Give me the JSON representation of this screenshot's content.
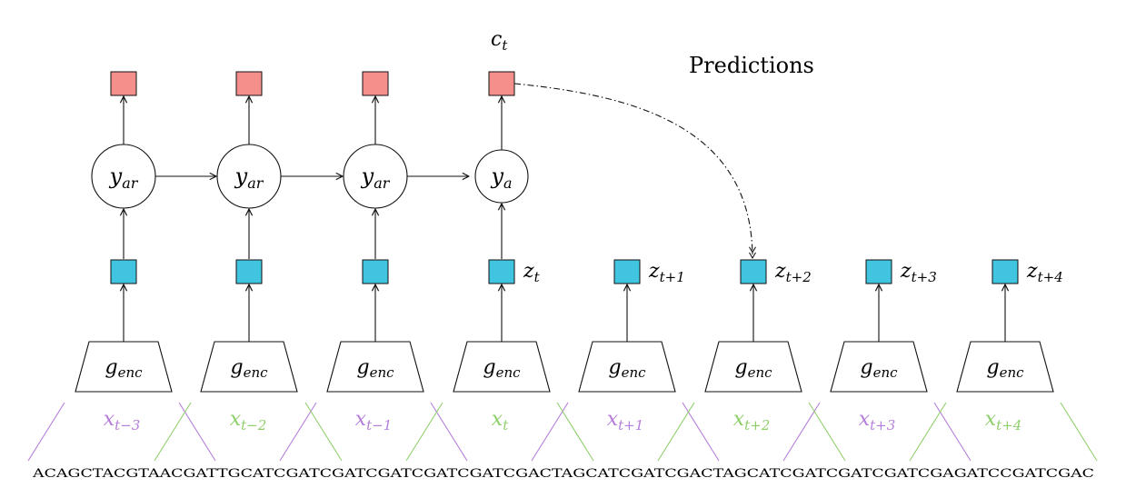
{
  "colors": {
    "line": "#111111",
    "prediction_fill": "#f48f8b",
    "encoding_fill": "#40c4df",
    "purple": "#b57edc",
    "green": "#8fcf6a"
  },
  "header": {
    "context_label": "c",
    "context_sub": "t",
    "predictions_label": "Predictions"
  },
  "ar_nodes": [
    {
      "main": "y",
      "sub": "ar"
    },
    {
      "main": "y",
      "sub": "ar"
    },
    {
      "main": "y",
      "sub": "ar"
    },
    {
      "main": "y",
      "sub": "a"
    }
  ],
  "encoders": [
    {
      "main": "g",
      "sub": "enc"
    },
    {
      "main": "g",
      "sub": "enc"
    },
    {
      "main": "g",
      "sub": "enc"
    },
    {
      "main": "g",
      "sub": "enc"
    },
    {
      "main": "g",
      "sub": "enc"
    },
    {
      "main": "g",
      "sub": "enc"
    },
    {
      "main": "g",
      "sub": "enc"
    },
    {
      "main": "g",
      "sub": "enc"
    }
  ],
  "z_labels": [
    {
      "main": "z",
      "sub": "t"
    },
    {
      "main": "z",
      "sub": "t+1"
    },
    {
      "main": "z",
      "sub": "t+2"
    },
    {
      "main": "z",
      "sub": "t+3"
    },
    {
      "main": "z",
      "sub": "t+4"
    }
  ],
  "x_labels": [
    {
      "main": "x",
      "sub": "t−3",
      "color": "purple"
    },
    {
      "main": "x",
      "sub": "t−2",
      "color": "green"
    },
    {
      "main": "x",
      "sub": "t−1",
      "color": "purple"
    },
    {
      "main": "x",
      "sub": "t",
      "color": "green"
    },
    {
      "main": "x",
      "sub": "t+1",
      "color": "purple"
    },
    {
      "main": "x",
      "sub": "t+2",
      "color": "green"
    },
    {
      "main": "x",
      "sub": "t+3",
      "color": "purple"
    },
    {
      "main": "x",
      "sub": "t+4",
      "color": "green"
    }
  ],
  "sequence": "ACAGCTACGTAACGATTGCATCGATCGATCGATCGATCGATCGACTAGCATCGATCGACTAGCATCGATCGATCGATCGAGATCCGATCGAC"
}
